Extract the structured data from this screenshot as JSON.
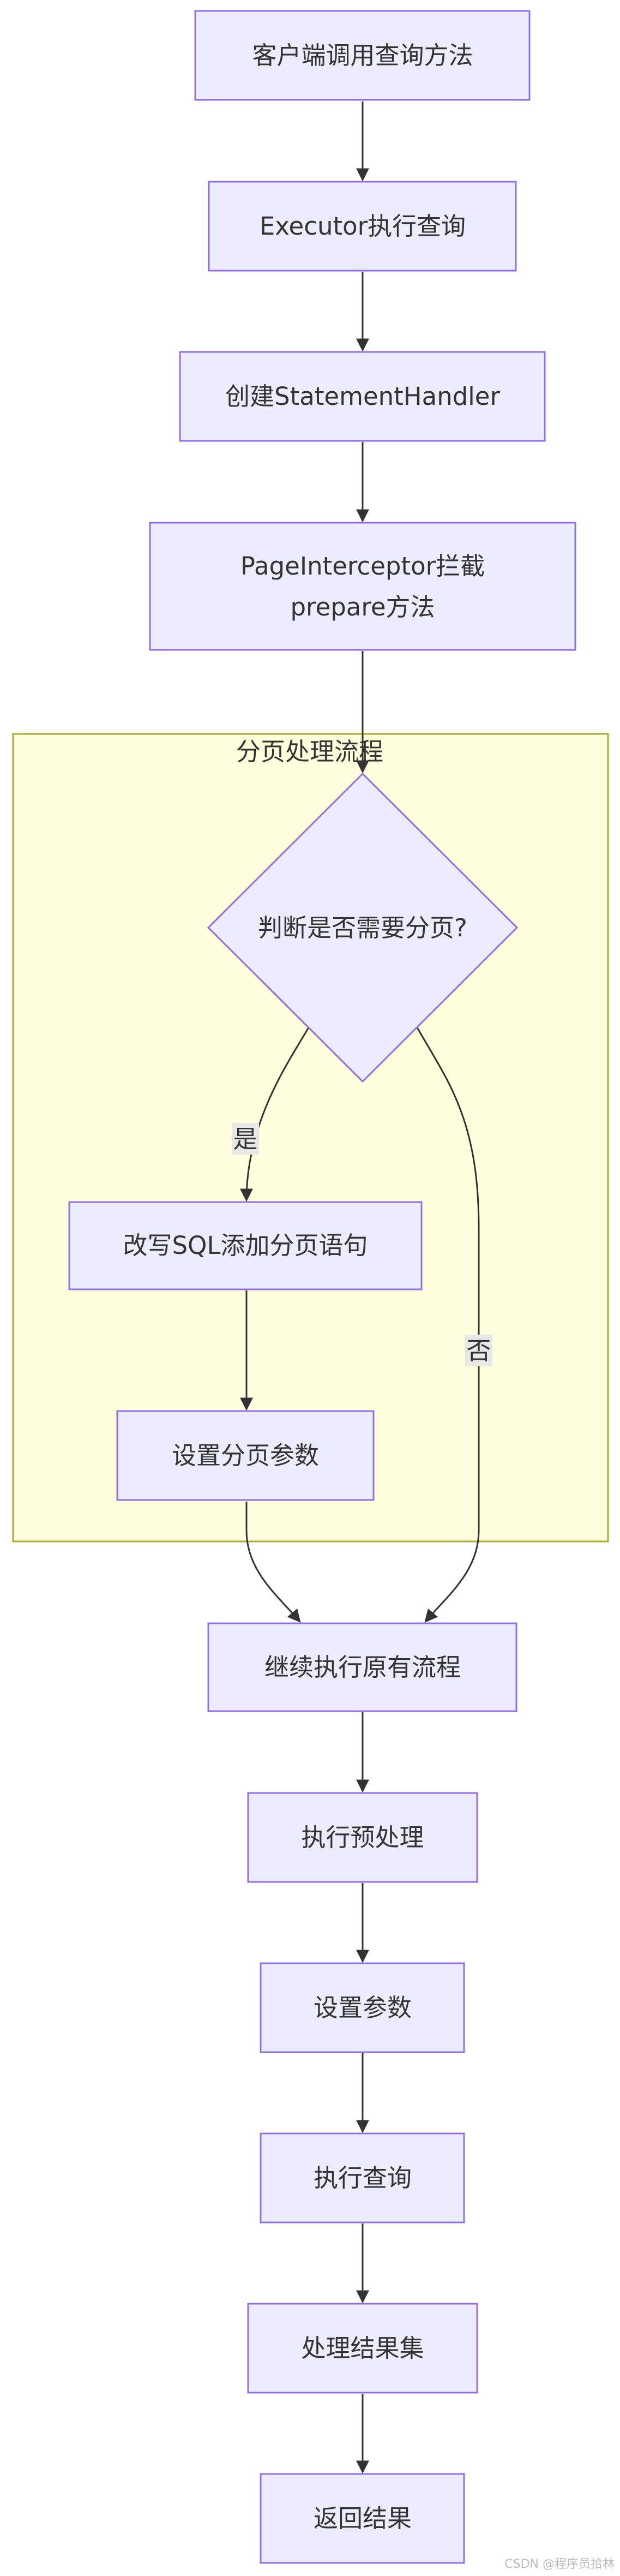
{
  "diagram": {
    "type": "flowchart",
    "cluster": {
      "title": "分页处理流程"
    },
    "nodes": {
      "client_call": "客户端调用查询方法",
      "executor_query": "Executor执行查询",
      "create_handler": "创建StatementHandler",
      "page_interceptor_line1": "PageInterceptor拦截",
      "page_interceptor_line2": "prepare方法",
      "need_paging": "判断是否需要分页?",
      "rewrite_sql": "改写SQL添加分页语句",
      "set_page_params": "设置分页参数",
      "continue_flow": "继续执行原有流程",
      "prepare": "执行预处理",
      "set_params": "设置参数",
      "execute_query": "执行查询",
      "handle_results": "处理结果集",
      "return_results": "返回结果"
    },
    "edge_labels": {
      "yes": "是",
      "no": "否"
    }
  },
  "watermark": "CSDN @程序员拾林"
}
